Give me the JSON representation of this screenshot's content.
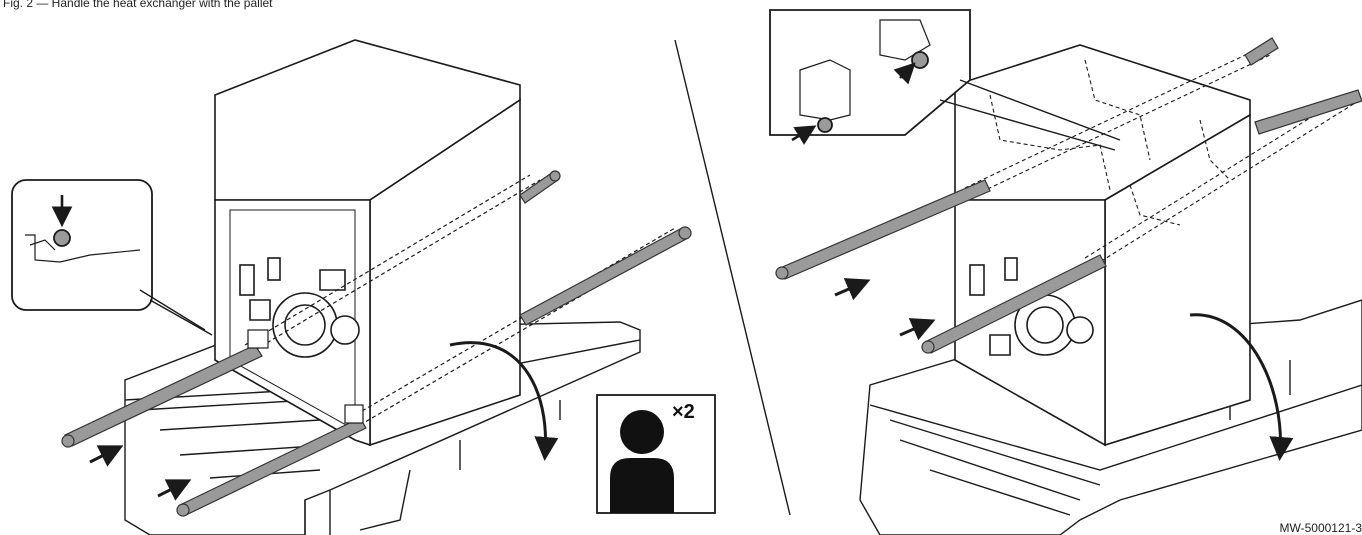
{
  "header": {
    "text": "Fig. 2   — Handle the heat exchanger with the pallet"
  },
  "people_badge": {
    "icon": "person-icon",
    "count_label": "×2"
  },
  "reference_code": "MW-5000121-3",
  "colors": {
    "line": "#1a1a1a",
    "bar_fill": "#9a9a9a",
    "bar_stroke": "#333333",
    "surface": "#ffffff"
  }
}
